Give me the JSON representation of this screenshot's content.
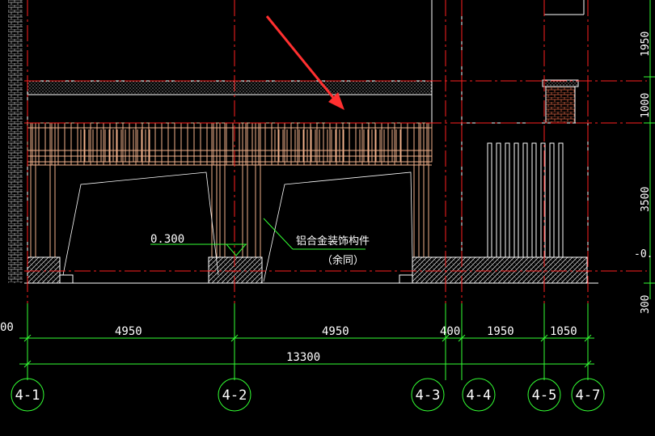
{
  "colors": {
    "background": "#000000",
    "axis": "#ff2020",
    "dimension": "#33ff33",
    "frame": "#f0b08a",
    "outline": "#ffffff",
    "hatch": "#cccccc",
    "pointer": "#ff3030"
  },
  "annotations": {
    "elevation_label": "0.300",
    "component_label": "铝合金装饰构件",
    "component_note": "（余同）",
    "right_elev_label": "-0."
  },
  "dimensions": {
    "segments": [
      "4950",
      "4950",
      "400",
      "1950",
      "1050"
    ],
    "total": "13300",
    "left_clipped": "00"
  },
  "right_dimensions": [
    "1950",
    "1000",
    "3500",
    "300"
  ],
  "grid_axes": [
    "4-1",
    "4-2",
    "4-3",
    "4-4",
    "4-5",
    "4-7"
  ]
}
